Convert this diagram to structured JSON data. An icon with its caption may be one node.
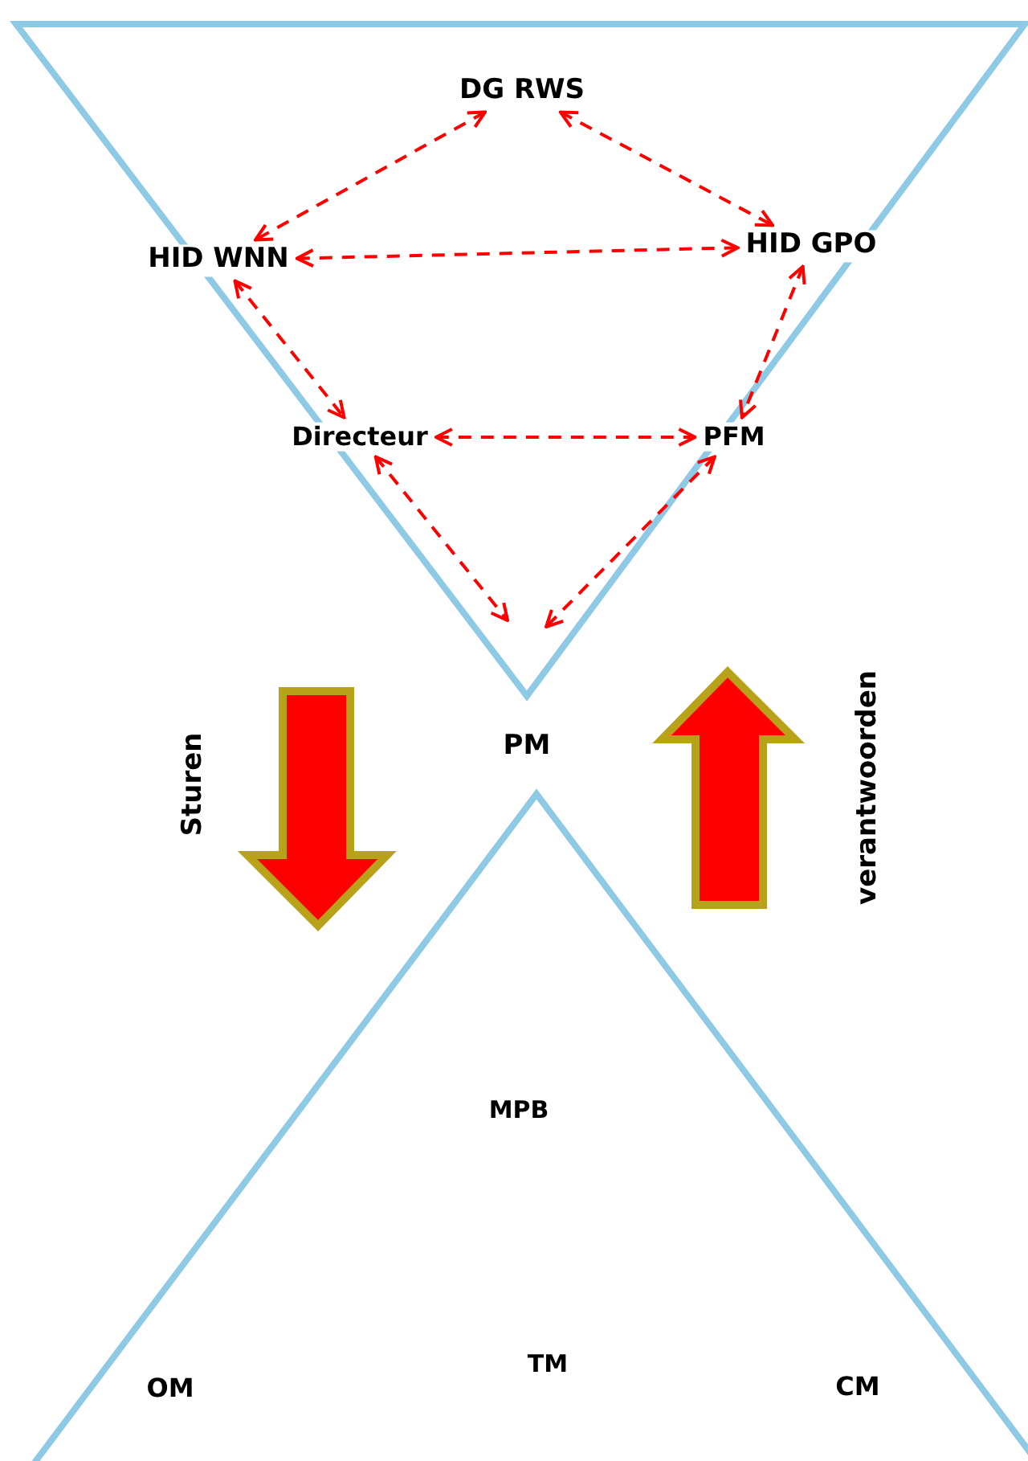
{
  "diagram": {
    "nodes": [
      {
        "text": [
          "DG RWS"
        ]
      },
      {
        "text": [
          "HID WNN"
        ]
      },
      {
        "text": [
          "HID GPO"
        ]
      },
      {
        "text": [
          "Directeur"
        ]
      },
      {
        "text": [
          "PFM"
        ]
      },
      {
        "text": [
          "PM"
        ]
      },
      {
        "text": [
          "MPB"
        ]
      },
      {
        "text": [
          "OM"
        ]
      },
      {
        "text": [
          "TM"
        ]
      },
      {
        "text": [
          "CM"
        ]
      }
    ],
    "edges": [
      {
        "from": 0,
        "to": 1,
        "arrow": "both",
        "style": "dashed"
      },
      {
        "from": 0,
        "to": 2,
        "arrow": "both",
        "style": "dashed"
      },
      {
        "from": 1,
        "to": 2,
        "arrow": "both",
        "style": "dashed"
      },
      {
        "from": 1,
        "to": 3,
        "arrow": "both",
        "style": "dashed"
      },
      {
        "from": 2,
        "to": 4,
        "arrow": "both",
        "style": "dashed"
      },
      {
        "from": 3,
        "to": 4,
        "arrow": "both",
        "style": "dashed"
      },
      {
        "from": 3,
        "to": null,
        "arrow": "both",
        "style": "dashed"
      },
      {
        "from": 4,
        "to": null,
        "arrow": "both",
        "style": "dashed"
      }
    ],
    "labels": [
      "Sturen",
      "verantwoorden"
    ]
  }
}
